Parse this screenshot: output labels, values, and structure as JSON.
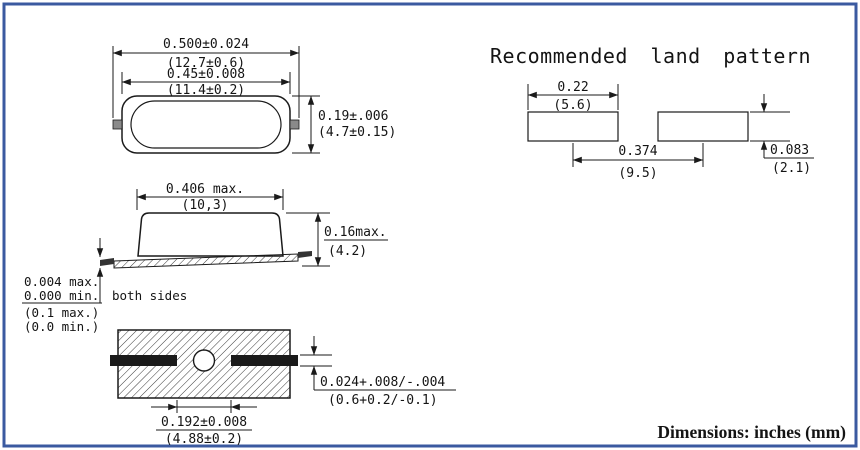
{
  "colors": {
    "frame": "#3b5aa0",
    "line": "#1a1a1a",
    "footer_text": "#1c3f94"
  },
  "footer": {
    "note": "Dimensions: inches (mm)"
  },
  "land_pattern": {
    "title": "Recommended land pattern",
    "pad_width_in": "0.22",
    "pad_width_mm": "(5.6)",
    "pitch_in": "0.374",
    "pitch_mm": "(9.5)",
    "pad_height_in": "0.083",
    "pad_height_mm": "(2.1)"
  },
  "top_view": {
    "overall_width_in": "0.500±0.024",
    "overall_width_mm": "(12.7±0.6)",
    "body_width_in": "0.45±0.008",
    "body_width_mm": "(11.4±0.2)",
    "height_in": "0.19±.006",
    "height_mm": "(4.7±0.15)"
  },
  "side_view": {
    "top_width_in": "0.406 max.",
    "top_width_mm": "(10,3)",
    "height_in": "0.16max.",
    "height_mm": "(4.2)",
    "standoff_max_in": "0.004 max.",
    "standoff_min_in": "0.000 min.",
    "standoff_max_mm": "(0.1 max.)",
    "standoff_min_mm": "(0.0 min.)",
    "both_sides": "both sides"
  },
  "bottom_view": {
    "lead_width_in": "0.024+.008/-.004",
    "lead_width_mm": "(0.6+0.2/-0.1)",
    "pitch_in": "0.192±0.008",
    "pitch_mm": "(4.88±0.2)"
  }
}
